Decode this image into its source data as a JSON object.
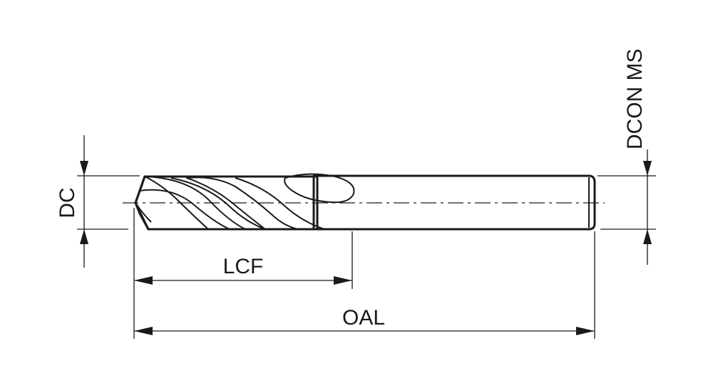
{
  "diagram": {
    "labels": {
      "dc": "DC",
      "lcf": "LCF",
      "oal": "OAL",
      "dcon": "DCON MS"
    },
    "colors": {
      "line": "#1a1a1a",
      "body_light": "#f4f4f4",
      "body_mid": "#c9c9c9",
      "body_dark": "#8a8a8a"
    }
  }
}
